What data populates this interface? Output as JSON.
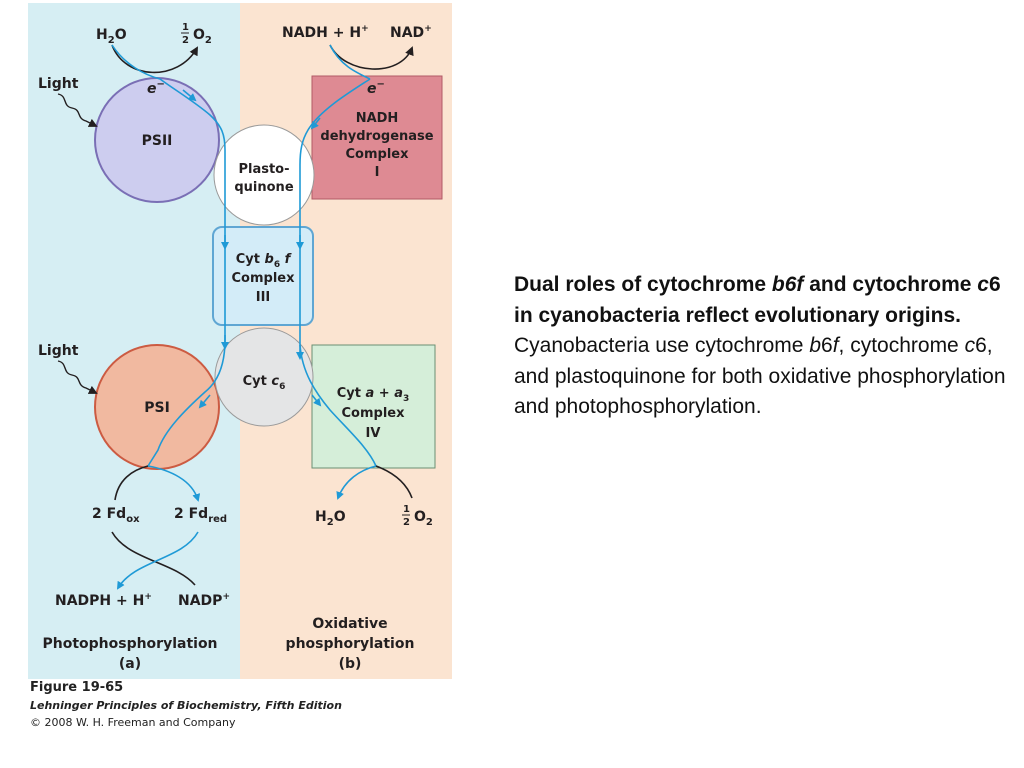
{
  "colors": {
    "left_panel": "#d6eef3",
    "right_panel": "#fbe4d1",
    "psii_fill": "#cdcdef",
    "psii_stroke": "#7a6fb5",
    "psi_fill": "#f1b9a0",
    "psi_stroke": "#cc5b42",
    "nadh_fill": "#de8a93",
    "cytaa3_fill": "#d5eed9",
    "cytb6f_fill": "#d3ecf8",
    "cytb6f_stroke": "#5fa6d3",
    "arrow_blue": "#1f9ad6",
    "arrow_black": "#231f20"
  },
  "diagram": {
    "h2o_top": "H",
    "h2o_top_sub": "2",
    "h2o_top_tail": "O",
    "half_num": "1",
    "half_den": "2",
    "o2_top": "O",
    "o2_top_sub": "2",
    "nadh_h": "NADH + H",
    "nadh_h_sup": "+",
    "nad": "NAD",
    "nad_sup": "+",
    "electron_left": "e",
    "electron_right": "e",
    "electron_sup": "−",
    "light_top": "Light",
    "light_bottom": "Light",
    "psii": "PSII",
    "psi": "PSI",
    "plastoquinone_line1": "Plasto-",
    "plastoquinone_line2": "quinone",
    "nadh_complex_line1": "NADH",
    "nadh_complex_line2": "dehydrogenase",
    "nadh_complex_line3": "Complex",
    "nadh_complex_line4": "I",
    "cytb6f_line1_a": "Cyt ",
    "cytb6f_line1_b": "b",
    "cytb6f_line1_sub": "6",
    "cytb6f_line1_c": " f",
    "cytb6f_line2": "Complex",
    "cytb6f_line3": "III",
    "cytc6_a": "Cyt ",
    "cytc6_b": "c",
    "cytc6_sub": "6",
    "cytaa3_line1_a": "Cyt ",
    "cytaa3_line1_b": "a",
    "cytaa3_line1_c": " + ",
    "cytaa3_line1_d": "a",
    "cytaa3_line1_sub": "3",
    "cytaa3_line2": "Complex",
    "cytaa3_line3": "IV",
    "fd_ox": "2 Fd",
    "fd_ox_sub": "ox",
    "fd_red": "2 Fd",
    "fd_red_sub": "red",
    "h2o_bottom": "H",
    "h2o_bottom_sub": "2",
    "h2o_bottom_tail": "O",
    "o2_bottom": "O",
    "o2_bottom_sub": "2",
    "nadph_h": "NADPH + H",
    "nadph_h_sup": "+",
    "nadp": "NADP",
    "nadp_sup": "+",
    "label_left_line1": "Photophosphorylation",
    "label_left_line2": "(a)",
    "label_right_line1": "Oxidative",
    "label_right_line2": "phosphorylation",
    "label_right_line3": "(b)"
  },
  "credits": {
    "figure_number": "Figure 19-65",
    "book_title": "Lehninger Principles of Biochemistry, Fifth Edition",
    "copyright": "© 2008 W. H. Freeman and Company"
  },
  "caption": {
    "bold_1": "Dual roles of cytochrome ",
    "bold_italic_1": "b6f",
    "bold_2": " and cytochrome ",
    "bold_italic_2": "c",
    "bold_3": "6 in cyanobacteria reflect evolutionary origins.",
    "normal_1": " Cyanobacteria use cytochrome ",
    "italic_1": "b",
    "normal_2": "6",
    "italic_2": "f",
    "normal_3": ", cytochrome ",
    "italic_3": "c",
    "normal_4": "6, and plastoquinone for both oxidative phosphorylation and photophosphorylation."
  }
}
